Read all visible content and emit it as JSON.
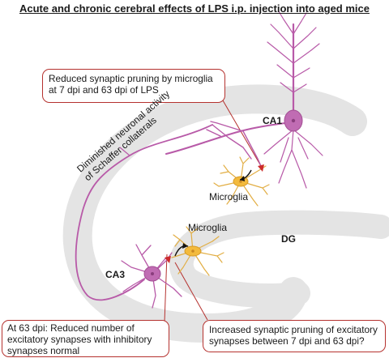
{
  "title": "Acute and chronic cerebral effects of LPS i.p. injection into aged mice",
  "callouts": {
    "pruning_reduced": [
      "Reduced synaptic pruning by microglia",
      "at 7 dpi and 63 dpi of LPS"
    ],
    "synapses_63dpi": [
      "At 63 dpi: Reduced number of",
      "excitatory synapses with inhibitory",
      "synapses normal"
    ],
    "pruning_increased": [
      "Increased synaptic pruning of excitatory",
      "synapses between 7 dpi and 63 dpi?"
    ]
  },
  "labels": {
    "ca1": "CA1",
    "ca3": "CA3",
    "dg": "DG",
    "microglia_top": "Microglia",
    "microglia_bottom": "Microglia"
  },
  "schaffer_text": [
    "Diminished neuronal activity",
    "of Schaffer collaterals"
  ],
  "colors": {
    "neuron": "#b85aa8",
    "soma": "#c06cb3",
    "microglia_body": "#f3ba3c",
    "microglia_branch": "#e2ae44",
    "hippocampus": "#e4e4e4",
    "callout_border": "#b5322f",
    "synapse": "#cc2b2b"
  }
}
